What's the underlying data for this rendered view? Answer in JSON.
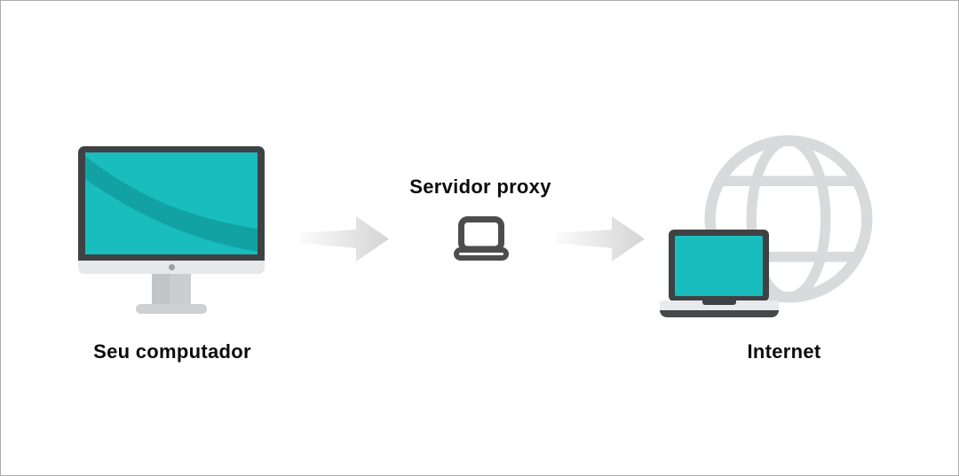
{
  "diagram": {
    "description": "proxy-server-flow",
    "nodes": {
      "computer": {
        "label": "Seu computador",
        "icon": "desktop-computer-icon"
      },
      "proxy": {
        "label": "Servidor proxy",
        "icon": "laptop-outline-icon"
      },
      "internet": {
        "label": "Internet",
        "icons": [
          "globe-icon",
          "laptop-icon"
        ]
      }
    },
    "flow": [
      "computer",
      "proxy",
      "internet"
    ],
    "arrows": {
      "count": 2,
      "direction": "right",
      "style": "gray-gradient-block-arrow"
    }
  },
  "colors": {
    "background": "#ffffff",
    "canvas_border": "#aaabac",
    "screen_teal": "#19bdbd",
    "screen_teal_dark": "#12a2a3",
    "device_dark": "#3f4245",
    "device_light_gray": "#e7e8e9",
    "arrow_gray": "#d4d4d4",
    "globe_gray": "#d9dadb",
    "proxy_outline": "#4d4d4d",
    "label_text": "#0b0b0b"
  }
}
